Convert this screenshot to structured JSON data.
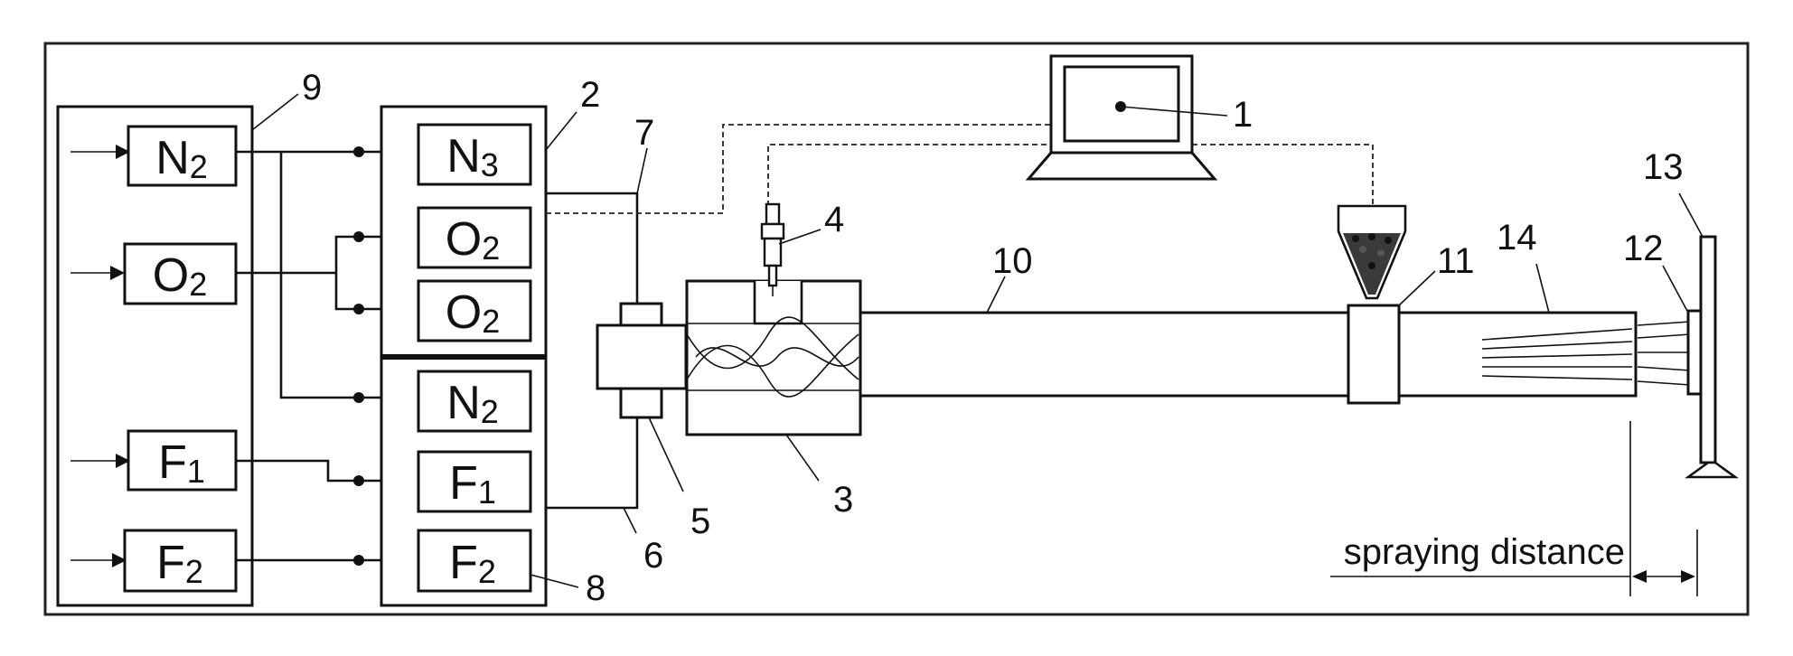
{
  "gas_supply": {
    "inputs": [
      {
        "symbol": "N",
        "sub": "2"
      },
      {
        "symbol": "O",
        "sub": "2"
      },
      {
        "symbol": "F",
        "sub": "1"
      },
      {
        "symbol": "F",
        "sub": "2"
      }
    ]
  },
  "control_panel": {
    "cells": [
      {
        "symbol": "N",
        "sub": "3"
      },
      {
        "symbol": "O",
        "sub": "2"
      },
      {
        "symbol": "O",
        "sub": "2"
      },
      {
        "symbol": "N",
        "sub": "2"
      },
      {
        "symbol": "F",
        "sub": "1"
      },
      {
        "symbol": "F",
        "sub": "2"
      }
    ]
  },
  "callouts": [
    "1",
    "2",
    "3",
    "4",
    "5",
    "6",
    "7",
    "8",
    "9",
    "10",
    "11",
    "12",
    "13",
    "14"
  ],
  "spraying_distance_label": "spraying distance",
  "colors": {
    "line": "#111111",
    "background": "#ffffff"
  }
}
